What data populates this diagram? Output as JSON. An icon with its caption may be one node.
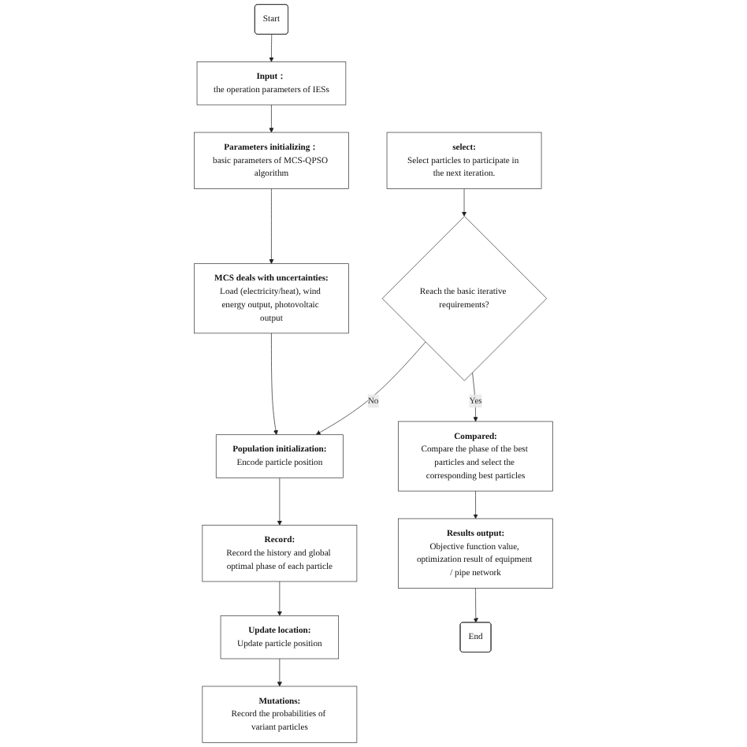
{
  "diagram": {
    "nodes": [
      {
        "text": [
          "Start"
        ]
      },
      {
        "text": [
          "Input：",
          "the operation parameters of IESs"
        ]
      },
      {
        "text": [
          "Parameters initializing：",
          "basic parameters of MCS-QPSO algorithm"
        ]
      },
      {
        "text": [
          "MCS deals with uncertainties:",
          "Load (electricity/heat), wind energy output, photovoltaic output"
        ]
      },
      {
        "text": [
          "Population initialization:",
          "Encode particle position"
        ]
      },
      {
        "text": [
          "Record:",
          "Record the history and global optimal phase of each particle"
        ]
      },
      {
        "text": [
          "Update location:",
          "Update particle position"
        ]
      },
      {
        "text": [
          "Mutations:",
          "Record the probabilities of variant particles"
        ]
      },
      {
        "text": [
          "select:",
          "Select particles to participate in the next iteration."
        ]
      },
      {
        "text": [
          "Reach the basic iterative requirements?"
        ]
      },
      {
        "text": [
          "Compared:",
          "Compare the phase of the best particles and select the corresponding best particles"
        ]
      },
      {
        "text": [
          "Results output:",
          "Objective function value, optimization result of equipment / pipe network"
        ]
      },
      {
        "text": [
          "End"
        ]
      }
    ],
    "edges": [
      {
        "from": 0,
        "to": 1,
        "arrow": "to"
      },
      {
        "from": 1,
        "to": 2,
        "arrow": "to"
      },
      {
        "from": 2,
        "to": 3,
        "arrow": "to"
      },
      {
        "from": 3,
        "to": 4,
        "arrow": "to"
      },
      {
        "from": 4,
        "to": 5,
        "arrow": "to"
      },
      {
        "from": 5,
        "to": 6,
        "arrow": "to"
      },
      {
        "from": 6,
        "to": 7,
        "arrow": "to"
      },
      {
        "from": 8,
        "to": 9,
        "arrow": "to"
      },
      {
        "from": 9,
        "to": 4,
        "arrow": "to",
        "label": "No"
      },
      {
        "from": 9,
        "to": 10,
        "arrow": "to",
        "label": "Yes"
      },
      {
        "from": 10,
        "to": 11,
        "arrow": "to"
      },
      {
        "from": 11,
        "to": 12,
        "arrow": "to"
      }
    ]
  }
}
